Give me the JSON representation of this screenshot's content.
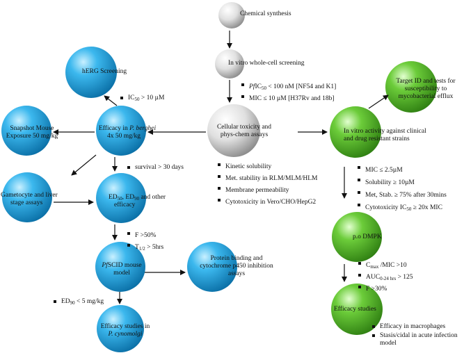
{
  "colors": {
    "blue_node": "#1c9fd8",
    "green_node": "#58b82e",
    "grey_node": "#c8c8c8",
    "arrow": "#111111"
  },
  "nodes": {
    "chemical_synthesis": "Chemical synthesis",
    "whole_cell": "In vitro whole-cell screening",
    "cellular_tox": [
      "Cellular toxicity and",
      "phys-chem assays"
    ],
    "herg": "hERG Screening",
    "efficacy_berghei": {
      "line1": "Efficacy in ",
      "line1_italic": "P. berghei",
      "line2": "4x 50 mg/kg"
    },
    "snapshot": [
      "Snapshot Mouse",
      "Exposure 50 mg/kg"
    ],
    "gametocyte": [
      "Gametocyte and liver",
      "stage assays"
    ],
    "ed": {
      "a": "ED",
      "a_sub": "50",
      "b": ", ED",
      "b_sub": "90",
      "c": " and other",
      "line2": "efficacy"
    },
    "pfscid": {
      "italic": "Pf",
      "line1": "SCID mouse",
      "line2": "model"
    },
    "protein_binding": [
      "Protein binding and",
      "cytochrome p450 inhibition",
      "assays"
    ],
    "efficacy_cynomolgi": {
      "line1": "Efficacy studies in",
      "line2_italic": "P. cynomolgi"
    },
    "target_id": [
      "Target ID and tests for",
      "susceptibility to",
      "mycobacterial efflux"
    ],
    "in_vitro_activity": [
      "In vitro activity against clinical",
      "and drug resistant strains"
    ],
    "po_dmpk": "p.o DMPK",
    "efficacy_studies": "Efficacy studies"
  },
  "notes": {
    "screening": {
      "pf_italic": "Pf",
      "pf_ic": "IC",
      "pf_sub": "50",
      "pf_rest": " < 100 nM [NF54 and K1]",
      "mic": "MIC ≤ 10 µM [H37Rv and 18b]"
    },
    "herg_ic": {
      "a": "IC",
      "sub": "50",
      "rest": " > 10 µM"
    },
    "survival": "survival > 30 days",
    "assays": [
      "Kinetic solubility",
      "Met. stability in RLM/MLM/HLM",
      "Membrane permeability",
      "Cytotoxicity in Vero/CHO/HepG2"
    ],
    "f_t": {
      "f": "F >50%",
      "t": "T",
      "t_sub": "1/2",
      "t_rest": " > 5hrs"
    },
    "ed90": {
      "a": "ED",
      "sub": "90",
      "rest": " < 5 mg/kg"
    },
    "mic_list": {
      "mic": "MIC ≤ 2.5µM",
      "sol": "Solubility ≥ 10µM",
      "met": "Met, Stab. ≥ 75% after 30mins",
      "cyto_a": "Cytotoxicity IC",
      "cyto_sub": "50",
      "cyto_rest": " ≥ 20x MIC"
    },
    "pk": {
      "c": "C",
      "c_sub": "max",
      "c_rest": " /MIC >10",
      "auc": "AUC",
      "auc_sub": "0-24 hrs",
      "auc_rest": " > 125",
      "f": "F >30%"
    },
    "macrophage": [
      "Efficacy in macrophages",
      "Stasis/cidal in acute infection",
      "model"
    ]
  }
}
